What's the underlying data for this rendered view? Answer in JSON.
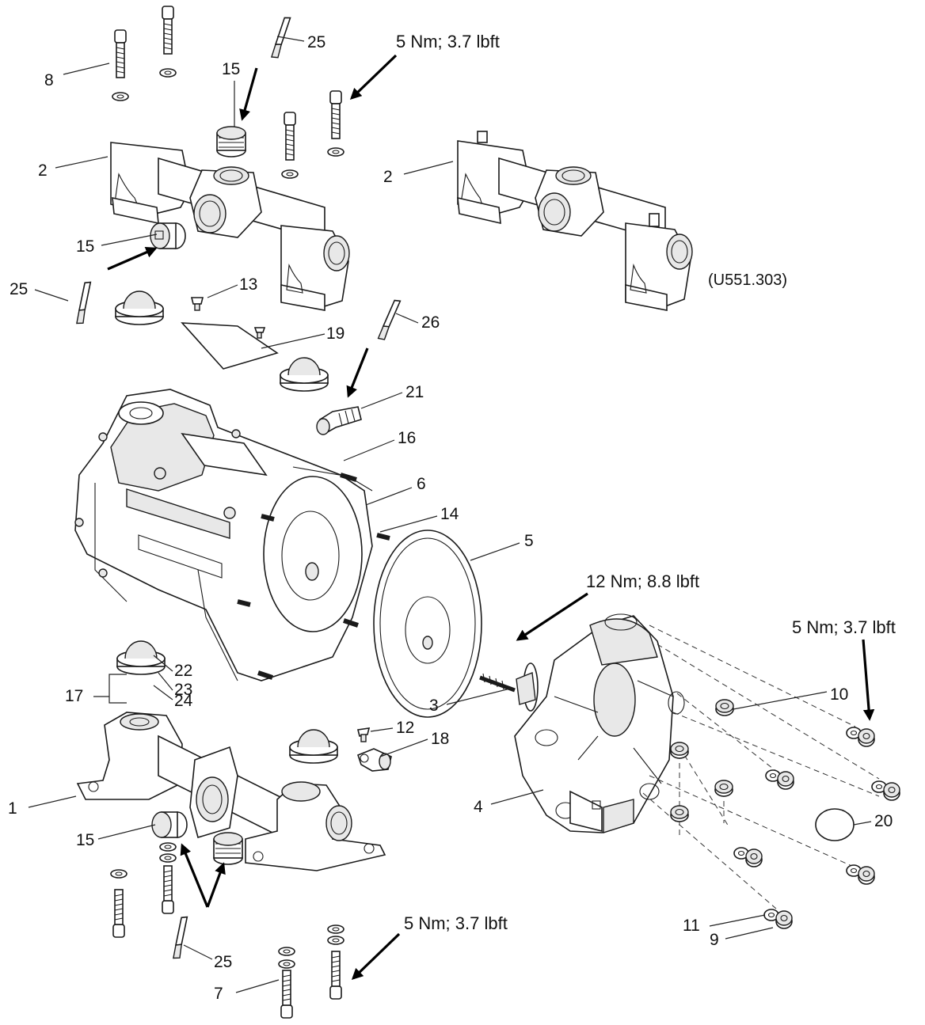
{
  "labels": {
    "l1": "1",
    "l2a": "2",
    "l2b": "2",
    "l3": "3",
    "l4": "4",
    "l5": "5",
    "l6": "6",
    "l7": "7",
    "l8": "8",
    "l9": "9",
    "l10": "10",
    "l11": "11",
    "l12": "12",
    "l13": "13",
    "l14": "14",
    "l15a": "15",
    "l15b": "15",
    "l15c": "15",
    "l16": "16",
    "l17": "17",
    "l18": "18",
    "l19": "19",
    "l20": "20",
    "l21": "21",
    "l22": "22",
    "l23": "23",
    "l24": "24",
    "l25a": "25",
    "l25b": "25",
    "l25c": "25",
    "l26": "26"
  },
  "torque": {
    "top": "5 Nm; 3.7 lbft",
    "center": "12 Nm; 8.8 lbft",
    "right": "5 Nm; 3.7 lbft",
    "bottom": "5 Nm; 3.7 lbft"
  },
  "variant_note": "(U551.303)"
}
